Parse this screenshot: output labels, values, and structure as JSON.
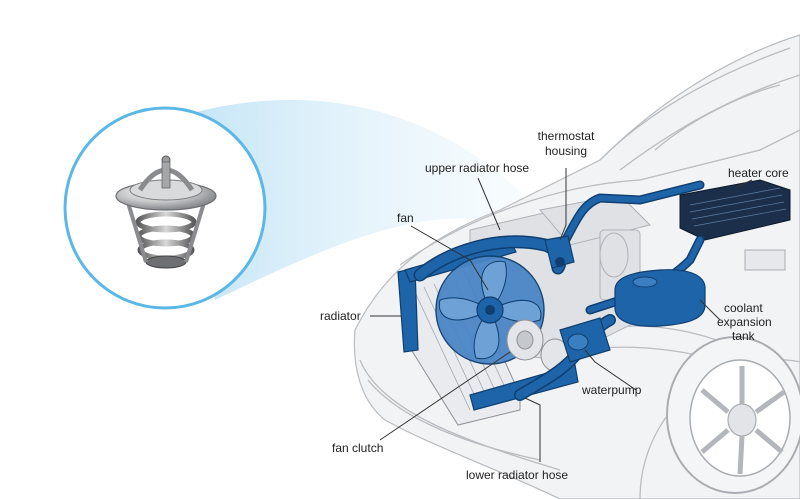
{
  "diagram": {
    "labels": {
      "thermostat_housing_1": "thermostat",
      "thermostat_housing_2": "housing",
      "upper_radiator_hose": "upper radiator hose",
      "heater_core": "heater core",
      "fan": "fan",
      "radiator": "radiator",
      "coolant_1": "coolant",
      "coolant_2": "expansion",
      "coolant_3": "tank",
      "waterpump": "waterpump",
      "fan_clutch": "fan clutch",
      "lower_radiator_hose": "lower radiator hose"
    },
    "colors": {
      "coolant_system": "#1e64a8",
      "callout_ring": "#5bb8e6",
      "beam": "#cfe9f7",
      "car_outline": "#b9bcc0",
      "thermostat_metal": "#b8b9bb"
    }
  }
}
